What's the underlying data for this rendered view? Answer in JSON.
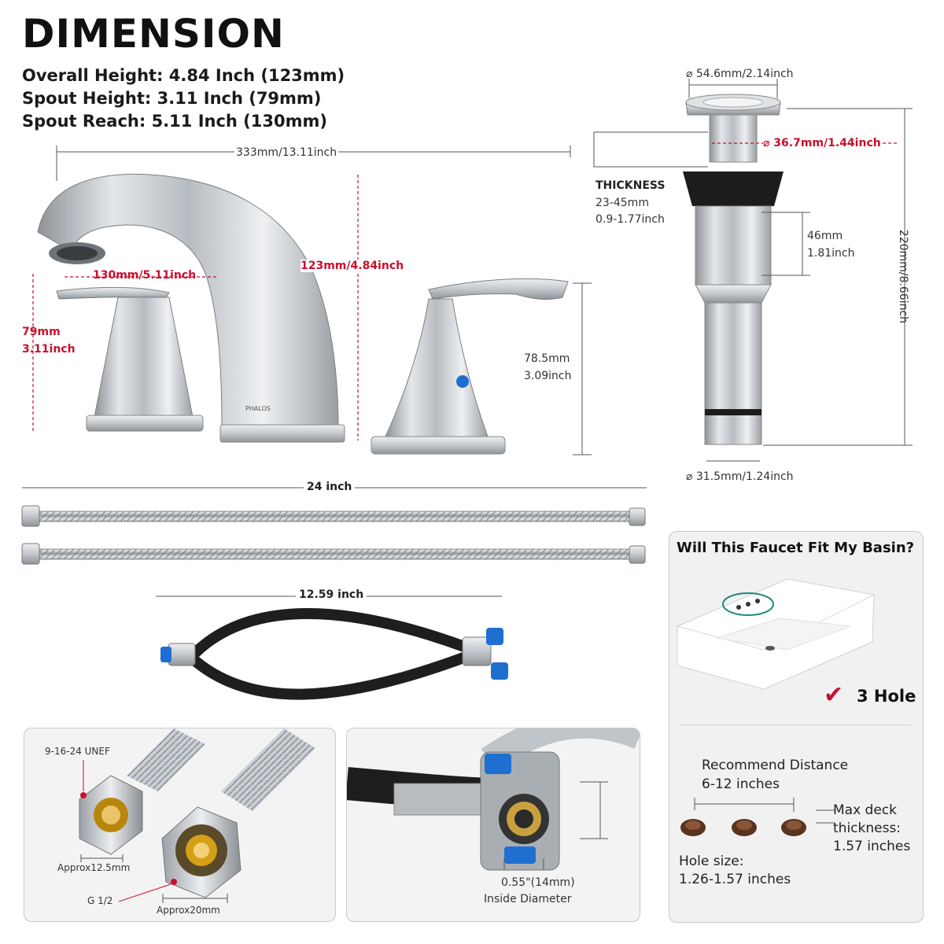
{
  "title": "DIMENSION",
  "specs": [
    "Overall Height: 4.84 Inch (123mm)",
    "Spout Height: 3.11 Inch (79mm)",
    "Spout Reach: 5.11 Inch (130mm)"
  ],
  "faucet": {
    "width": "333mm/13.11inch",
    "overall_height": "123mm/4.84inch",
    "reach": "130mm/5.11inch",
    "spout_height_mm": "79mm",
    "spout_height_in": "3.11inch",
    "handle_height_mm": "78.5mm",
    "handle_height_in": "3.09inch",
    "brand": "PHALOS"
  },
  "drain": {
    "top_diameter": "⌀ 54.6mm/2.14inch",
    "inner_diameter": "⌀ 36.7mm/1.44inch",
    "thickness_label": "THICKNESS",
    "thickness_mm": "23-45mm",
    "thickness_in": "0.9-1.77inch",
    "segment_mm": "46mm",
    "segment_in": "1.81inch",
    "total_length": "220mm/8.66inch",
    "bottom_diameter": "⌀ 31.5mm/1.24inch"
  },
  "supply_lines": {
    "length": "24 inch"
  },
  "connector_hose": {
    "length": "12.59 inch"
  },
  "thread_panel": {
    "thread": "9-16-24 UNEF",
    "approx_small": "Approx12.5mm",
    "g_size": "G 1/2",
    "approx_large": "Approx20mm"
  },
  "tee_panel": {
    "diameter": "0.55\"(14mm)",
    "diameter_label": "Inside Diameter"
  },
  "fit_panel": {
    "question": "Will This Faucet Fit My Basin?",
    "check": "✔",
    "hole_count": "3 Hole",
    "recommend_line1": "Recommend Distance",
    "recommend_line2": "6-12 inches",
    "deck_line1": "Max deck",
    "deck_line2": "thickness:",
    "deck_line3": "1.57 inches",
    "hole_size_line1": "Hole size:",
    "hole_size_line2": "1.26-1.57 inches"
  },
  "colors": {
    "red_accent": "#c8102e",
    "chrome": "#c9cdd1",
    "hose_black": "#1e1e1e",
    "blue_accent": "#1f6fd1"
  }
}
